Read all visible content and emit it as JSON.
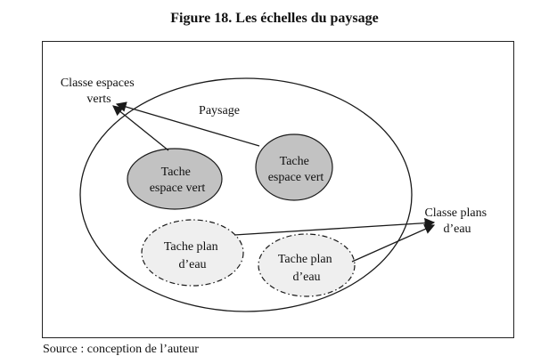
{
  "title": "Figure 18. Les échelles du paysage",
  "source": "Source : conception de l’auteur",
  "labels": {
    "classe_espaces_verts": [
      "Classe espaces",
      "verts"
    ],
    "paysage": "Paysage",
    "tache_espace_vert_1": [
      "Tache",
      "espace vert"
    ],
    "tache_espace_vert_2": [
      "Tache",
      "espace vert"
    ],
    "classe_plans_eau": [
      "Classe plans",
      "d’eau"
    ],
    "tache_plan_eau_1": [
      "Tache plan",
      "d’eau"
    ],
    "tache_plan_eau_2": [
      "Tache plan",
      "d’eau"
    ]
  },
  "colors": {
    "espace_vert_fill": "#c2c2c2",
    "plan_eau_fill": "#efefef",
    "stroke": "#1a1a1a"
  }
}
